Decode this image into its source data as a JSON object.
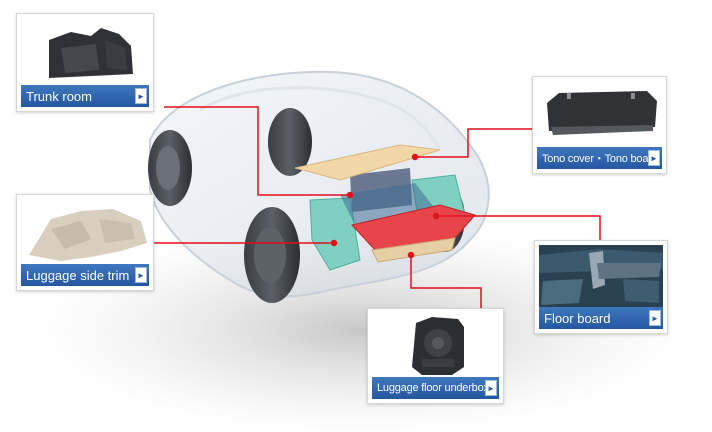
{
  "parts": {
    "trunk_room": {
      "label": "Trunk room",
      "arrow": "►",
      "icon": "trunk-room-part"
    },
    "luggage_side_trim": {
      "label": "Luggage side trim",
      "arrow": "►",
      "icon": "luggage-side-trim-part"
    },
    "tono_cover": {
      "label": "Tono cover・Tono board",
      "arrow": "►",
      "icon": "tono-cover-part"
    },
    "floor_board": {
      "label": "Floor board",
      "arrow": "►",
      "icon": "floor-board-part"
    },
    "luggage_floor_underbox": {
      "label": "Luggage floor underbox",
      "arrow": "►",
      "icon": "luggage-underbox-part"
    }
  },
  "colors": {
    "label_bar": "#2457a0",
    "leader_line": "#e0101a",
    "highlight_floor": "#e8454a",
    "highlight_trim": "#7fd0c0",
    "highlight_board": "#f2d7a8"
  }
}
